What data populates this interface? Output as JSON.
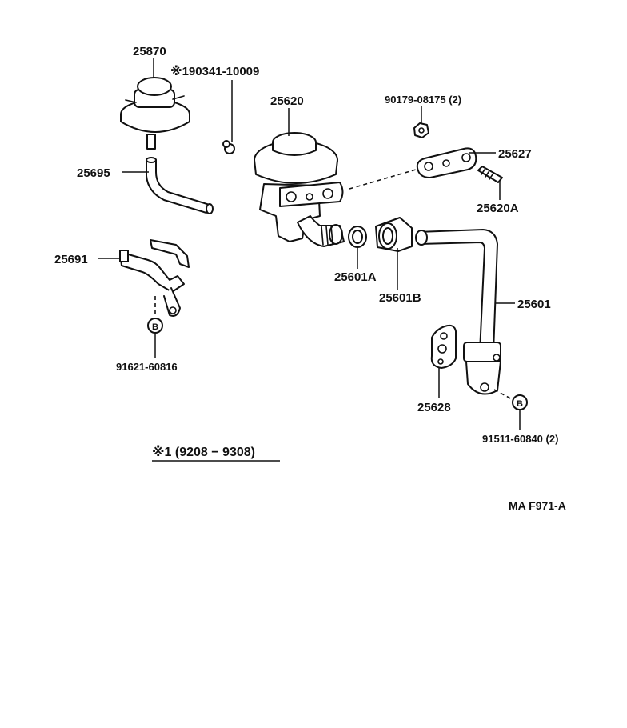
{
  "labels": {
    "p25870": "25870",
    "note190341": "※190341-10009",
    "p25620": "25620",
    "p90179": "90179-08175 (2)",
    "p25627": "25627",
    "p25695": "25695",
    "p25620a": "25620A",
    "p25691": "25691",
    "p25601a": "25601A",
    "p25601b": "25601B",
    "p25601": "25601",
    "p91621": "91621-60816",
    "p25628": "25628",
    "p91511": "91511-60840 (2)",
    "footnote": "※1 (9208 − 9308)",
    "drawing_code": "MA F971-A",
    "badge_b1": "B",
    "badge_b2": "B"
  }
}
